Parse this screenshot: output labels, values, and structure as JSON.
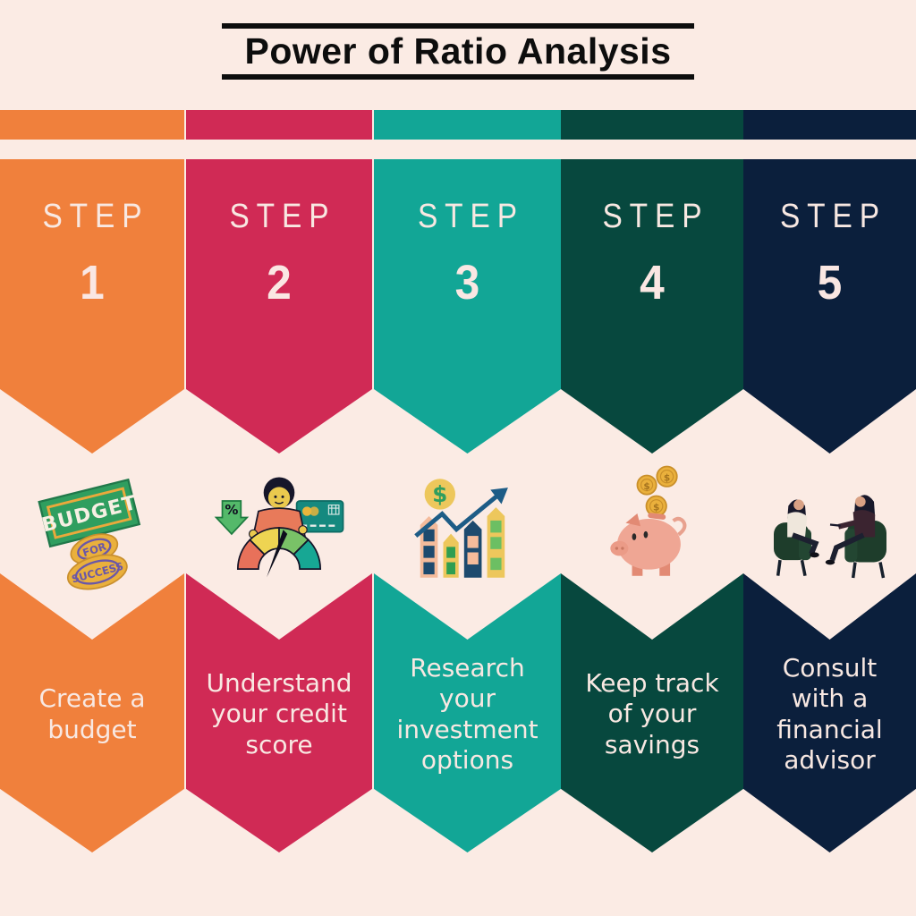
{
  "title": "Power of Ratio Analysis",
  "palette": {
    "background": "#fbebe4",
    "title_text": "#0d0d0d",
    "rule_color": "#0d0d0d",
    "light_text": "#f8e8e2"
  },
  "steps": [
    {
      "step_label": "STEP",
      "number": "1",
      "description": "Create a budget",
      "icon": "budget-stamp-icon",
      "color": "#f0803c"
    },
    {
      "step_label": "STEP",
      "number": "2",
      "description": "Understand your credit score",
      "icon": "credit-score-gauge-icon",
      "color": "#d02a55"
    },
    {
      "step_label": "STEP",
      "number": "3",
      "description": "Research your investment options",
      "icon": "investment-growth-chart-icon",
      "color": "#12a696"
    },
    {
      "step_label": "STEP",
      "number": "4",
      "description": "Keep track of your savings",
      "icon": "piggy-bank-coins-icon",
      "color": "#07483e"
    },
    {
      "step_label": "STEP",
      "number": "5",
      "description": "Consult with a financial advisor",
      "icon": "financial-advisor-meeting-icon",
      "color": "#0b1f3c"
    }
  ]
}
